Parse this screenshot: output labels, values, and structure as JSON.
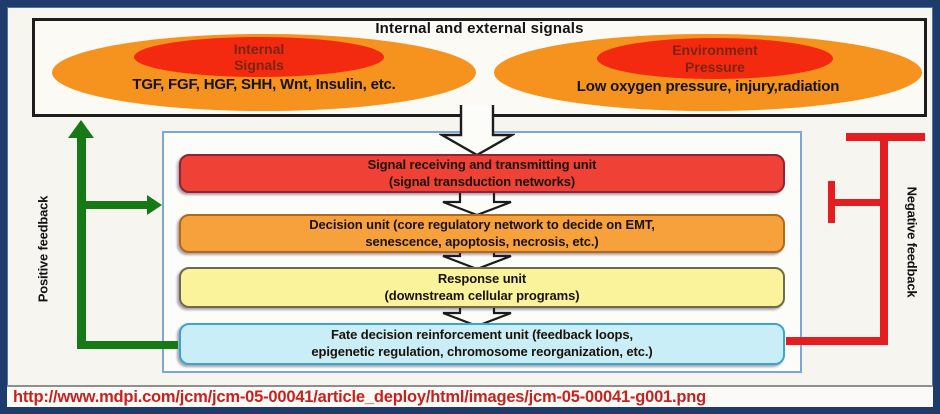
{
  "top_panel": {
    "title": "Internal and external signals",
    "internal": {
      "title_line1": "Internal",
      "title_line2": "Signals",
      "items": "TGF, FGF, HGF, SHH, Wnt, Insulin, etc."
    },
    "environment": {
      "title_line1": "Environment",
      "title_line2": "Pressure",
      "items": "Low oxygen pressure, injury,radiation"
    }
  },
  "units": {
    "signal": {
      "line1": "Signal receiving and transmitting unit",
      "line2": "(signal transduction networks)",
      "fill": "#ef4136",
      "border": "#8f2432"
    },
    "decision": {
      "line1": "Decision unit (core regulatory network to decide on EMT,",
      "line2": "senescence, apoptosis, necrosis, etc.)",
      "fill": "#f7a13d",
      "border": "#b06a1a"
    },
    "response": {
      "line1": "Response unit",
      "line2": "(downstream cellular programs)",
      "fill": "#fbf29c",
      "border": "#6e6b4a"
    },
    "fate": {
      "line1": "Fate decision reinforcement unit (feedback loops,",
      "line2": "epigenetic regulation, chromosome reorganization, etc.)",
      "fill": "#c9eef7",
      "border": "#3ba5cc"
    }
  },
  "feedback": {
    "positive_label": "Positive feedback",
    "positive_color": "#157a15",
    "negative_label": "Negative feedback",
    "negative_color": "#e41e20"
  },
  "palette": {
    "outer_border": "#1e3c6b",
    "panel_background": "#f7f5ef",
    "ellipse_orange": "#f6921e",
    "ellipse_red": "#f42a10",
    "container_border": "#7ba7d7"
  },
  "footer": {
    "url": "http://www.mdpi.com/jcm/jcm-05-00041/article_deploy/html/images/jcm-05-00041-g001.png"
  }
}
